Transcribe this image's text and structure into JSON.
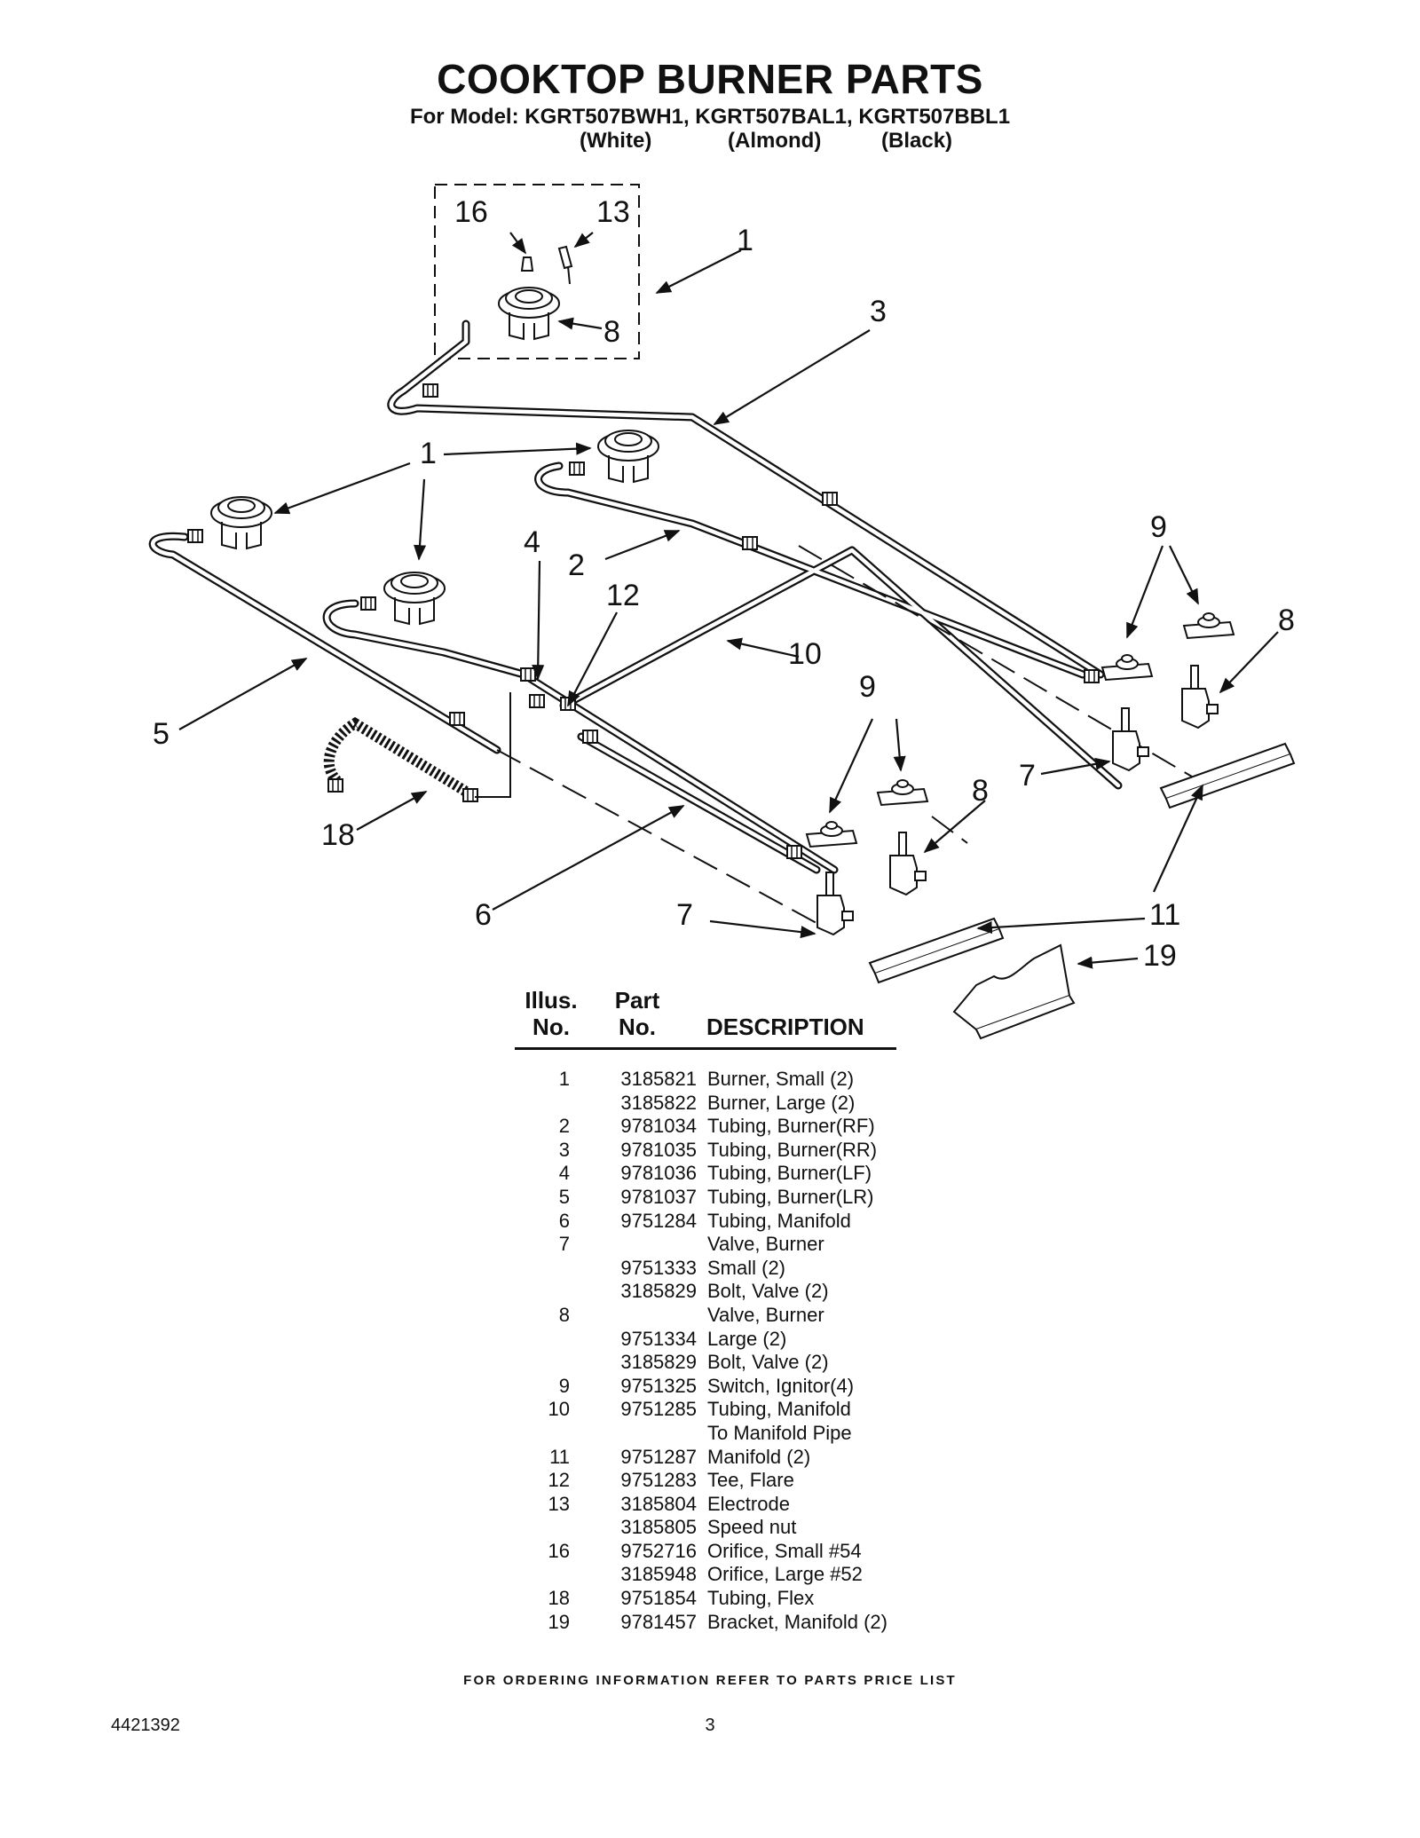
{
  "header": {
    "title": "COOKTOP BURNER PARTS",
    "models": "For Model: KGRT507BWH1, KGRT507BAL1, KGRT507BBL1",
    "colors": [
      "(White)",
      "(Almond)",
      "(Black)"
    ]
  },
  "diagram": {
    "callouts": [
      "16",
      "13",
      "1",
      "8",
      "3",
      "1",
      "9",
      "4",
      "2",
      "8",
      "12",
      "10",
      "5",
      "9",
      "7",
      "8",
      "18",
      "6",
      "7",
      "11",
      "19"
    ]
  },
  "table": {
    "headers": {
      "illus_top": "Illus.",
      "illus_bottom": "No.",
      "part_top": "Part",
      "part_bottom": "No.",
      "description": "DESCRIPTION"
    },
    "rows": [
      {
        "no": "1",
        "part": "3185821",
        "desc": "Burner, Small (2)"
      },
      {
        "no": "",
        "part": "3185822",
        "desc": "Burner, Large (2)"
      },
      {
        "no": "2",
        "part": "9781034",
        "desc": "Tubing, Burner(RF)"
      },
      {
        "no": "3",
        "part": "9781035",
        "desc": "Tubing, Burner(RR)"
      },
      {
        "no": "4",
        "part": "9781036",
        "desc": "Tubing, Burner(LF)"
      },
      {
        "no": "5",
        "part": "9781037",
        "desc": "Tubing, Burner(LR)"
      },
      {
        "no": "6",
        "part": "9751284",
        "desc": "Tubing, Manifold"
      },
      {
        "no": "7",
        "part": "",
        "desc": "Valve, Burner"
      },
      {
        "no": "",
        "part": "9751333",
        "desc": "Small (2)"
      },
      {
        "no": "",
        "part": "3185829",
        "desc": "Bolt, Valve (2)"
      },
      {
        "no": "8",
        "part": "",
        "desc": "Valve, Burner"
      },
      {
        "no": "",
        "part": "9751334",
        "desc": "Large (2)"
      },
      {
        "no": "",
        "part": "3185829",
        "desc": "Bolt, Valve (2)"
      },
      {
        "no": "9",
        "part": "9751325",
        "desc": "Switch, Ignitor(4)"
      },
      {
        "no": "10",
        "part": "9751285",
        "desc": "Tubing, Manifold"
      },
      {
        "no": "",
        "part": "",
        "desc": "To Manifold Pipe"
      },
      {
        "no": "11",
        "part": "9751287",
        "desc": "Manifold (2)"
      },
      {
        "no": "12",
        "part": "9751283",
        "desc": "Tee, Flare"
      },
      {
        "no": "13",
        "part": "3185804",
        "desc": "Electrode"
      },
      {
        "no": "",
        "part": "3185805",
        "desc": "Speed nut"
      },
      {
        "no": "16",
        "part": "9752716",
        "desc": "Orifice, Small #54"
      },
      {
        "no": "",
        "part": "3185948",
        "desc": "Orifice, Large #52"
      },
      {
        "no": "18",
        "part": "9751854",
        "desc": "Tubing, Flex"
      },
      {
        "no": "19",
        "part": "9781457",
        "desc": "Bracket, Manifold (2)"
      }
    ]
  },
  "footer": {
    "note": "FOR ORDERING INFORMATION REFER TO PARTS PRICE LIST",
    "doc_number": "4421392",
    "page_number": "3"
  }
}
